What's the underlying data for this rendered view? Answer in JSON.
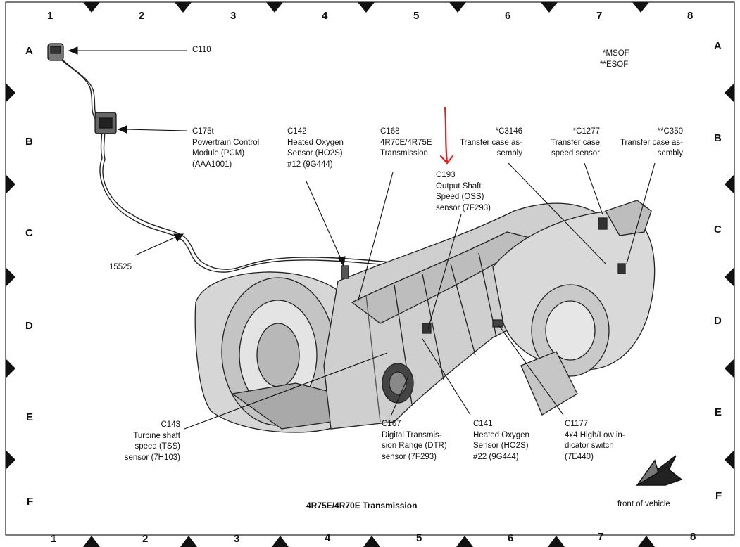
{
  "grid": {
    "columns_top": [
      "1",
      "2",
      "3",
      "4",
      "5",
      "6",
      "7",
      "8"
    ],
    "columns_bottom": [
      "1",
      "2",
      "3",
      "4",
      "5",
      "6",
      "7",
      "8"
    ],
    "rows_left": [
      "A",
      "B",
      "C",
      "D",
      "E",
      "F"
    ],
    "rows_right": [
      "A",
      "B",
      "C",
      "D",
      "E",
      "F"
    ]
  },
  "legend": {
    "msof": "*MSOF",
    "esof": "**ESOF"
  },
  "callouts": {
    "c110": {
      "code": "C110"
    },
    "c175t": {
      "code": "C175t",
      "lines": [
        "Powertrain Control",
        "Module (PCM)",
        "(AAA1001)"
      ]
    },
    "c142": {
      "code": "C142",
      "lines": [
        "Heated Oxygen",
        "Sensor (HO2S)",
        "#12 (9G444)"
      ]
    },
    "c168": {
      "code": "C168",
      "lines": [
        "4R70E/4R75E",
        "Transmission"
      ]
    },
    "c3146": {
      "code": "*C3146",
      "lines": [
        "Transfer case as-",
        "sembly"
      ]
    },
    "c1277": {
      "code": "*C1277",
      "lines": [
        "Transfer case",
        "speed sensor"
      ]
    },
    "c350": {
      "code": "**C350",
      "lines": [
        "Transfer case as-",
        "sembly"
      ]
    },
    "c193": {
      "code": "C193",
      "lines": [
        "Output Shaft",
        "Speed (OSS)",
        "sensor (7F293)"
      ]
    },
    "w15525": {
      "code": "15525"
    },
    "c143": {
      "code": "C143",
      "lines": [
        "Turbine shaft",
        "speed (TSS)",
        "sensor (7H103)"
      ]
    },
    "c167": {
      "code": "C167",
      "lines": [
        "Digital Transmis-",
        "sion Range (DTR)",
        "sensor (7F293)"
      ]
    },
    "c141": {
      "code": "C141",
      "lines": [
        "Heated Oxygen",
        "Sensor (HO2S)",
        "#22 (9G444)"
      ]
    },
    "c1177": {
      "code": "C1177",
      "lines": [
        "4x4 High/Low in-",
        "dicator switch",
        "(7E440)"
      ]
    }
  },
  "caption": "4R75E/4R70E Transmission",
  "front_label": "front of vehicle",
  "colors": {
    "ink": "#111111",
    "annotation": "#e02020",
    "background": "#ffffff"
  }
}
